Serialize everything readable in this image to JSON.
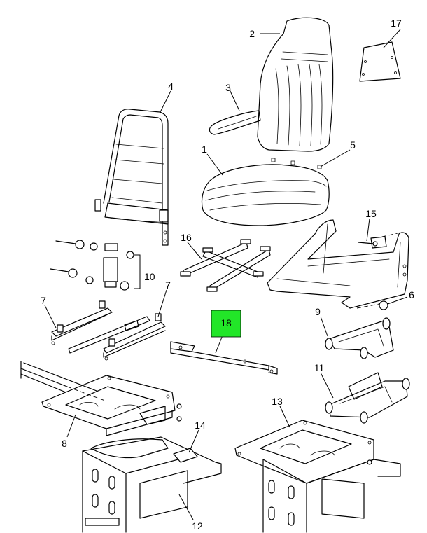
{
  "highlight_color": "#22e628",
  "highlighted_callout": {
    "label": "18"
  },
  "callouts": [
    {
      "id": "1",
      "label": "1"
    },
    {
      "id": "2",
      "label": "2"
    },
    {
      "id": "3",
      "label": "3"
    },
    {
      "id": "4",
      "label": "4"
    },
    {
      "id": "5",
      "label": "5"
    },
    {
      "id": "6",
      "label": "6"
    },
    {
      "id": "7a",
      "label": "7"
    },
    {
      "id": "7b",
      "label": "7"
    },
    {
      "id": "8",
      "label": "8"
    },
    {
      "id": "9",
      "label": "9"
    },
    {
      "id": "10",
      "label": "10"
    },
    {
      "id": "11",
      "label": "11"
    },
    {
      "id": "12",
      "label": "12"
    },
    {
      "id": "13",
      "label": "13"
    },
    {
      "id": "14",
      "label": "14"
    },
    {
      "id": "15",
      "label": "15"
    },
    {
      "id": "16",
      "label": "16"
    },
    {
      "id": "17",
      "label": "17"
    }
  ]
}
